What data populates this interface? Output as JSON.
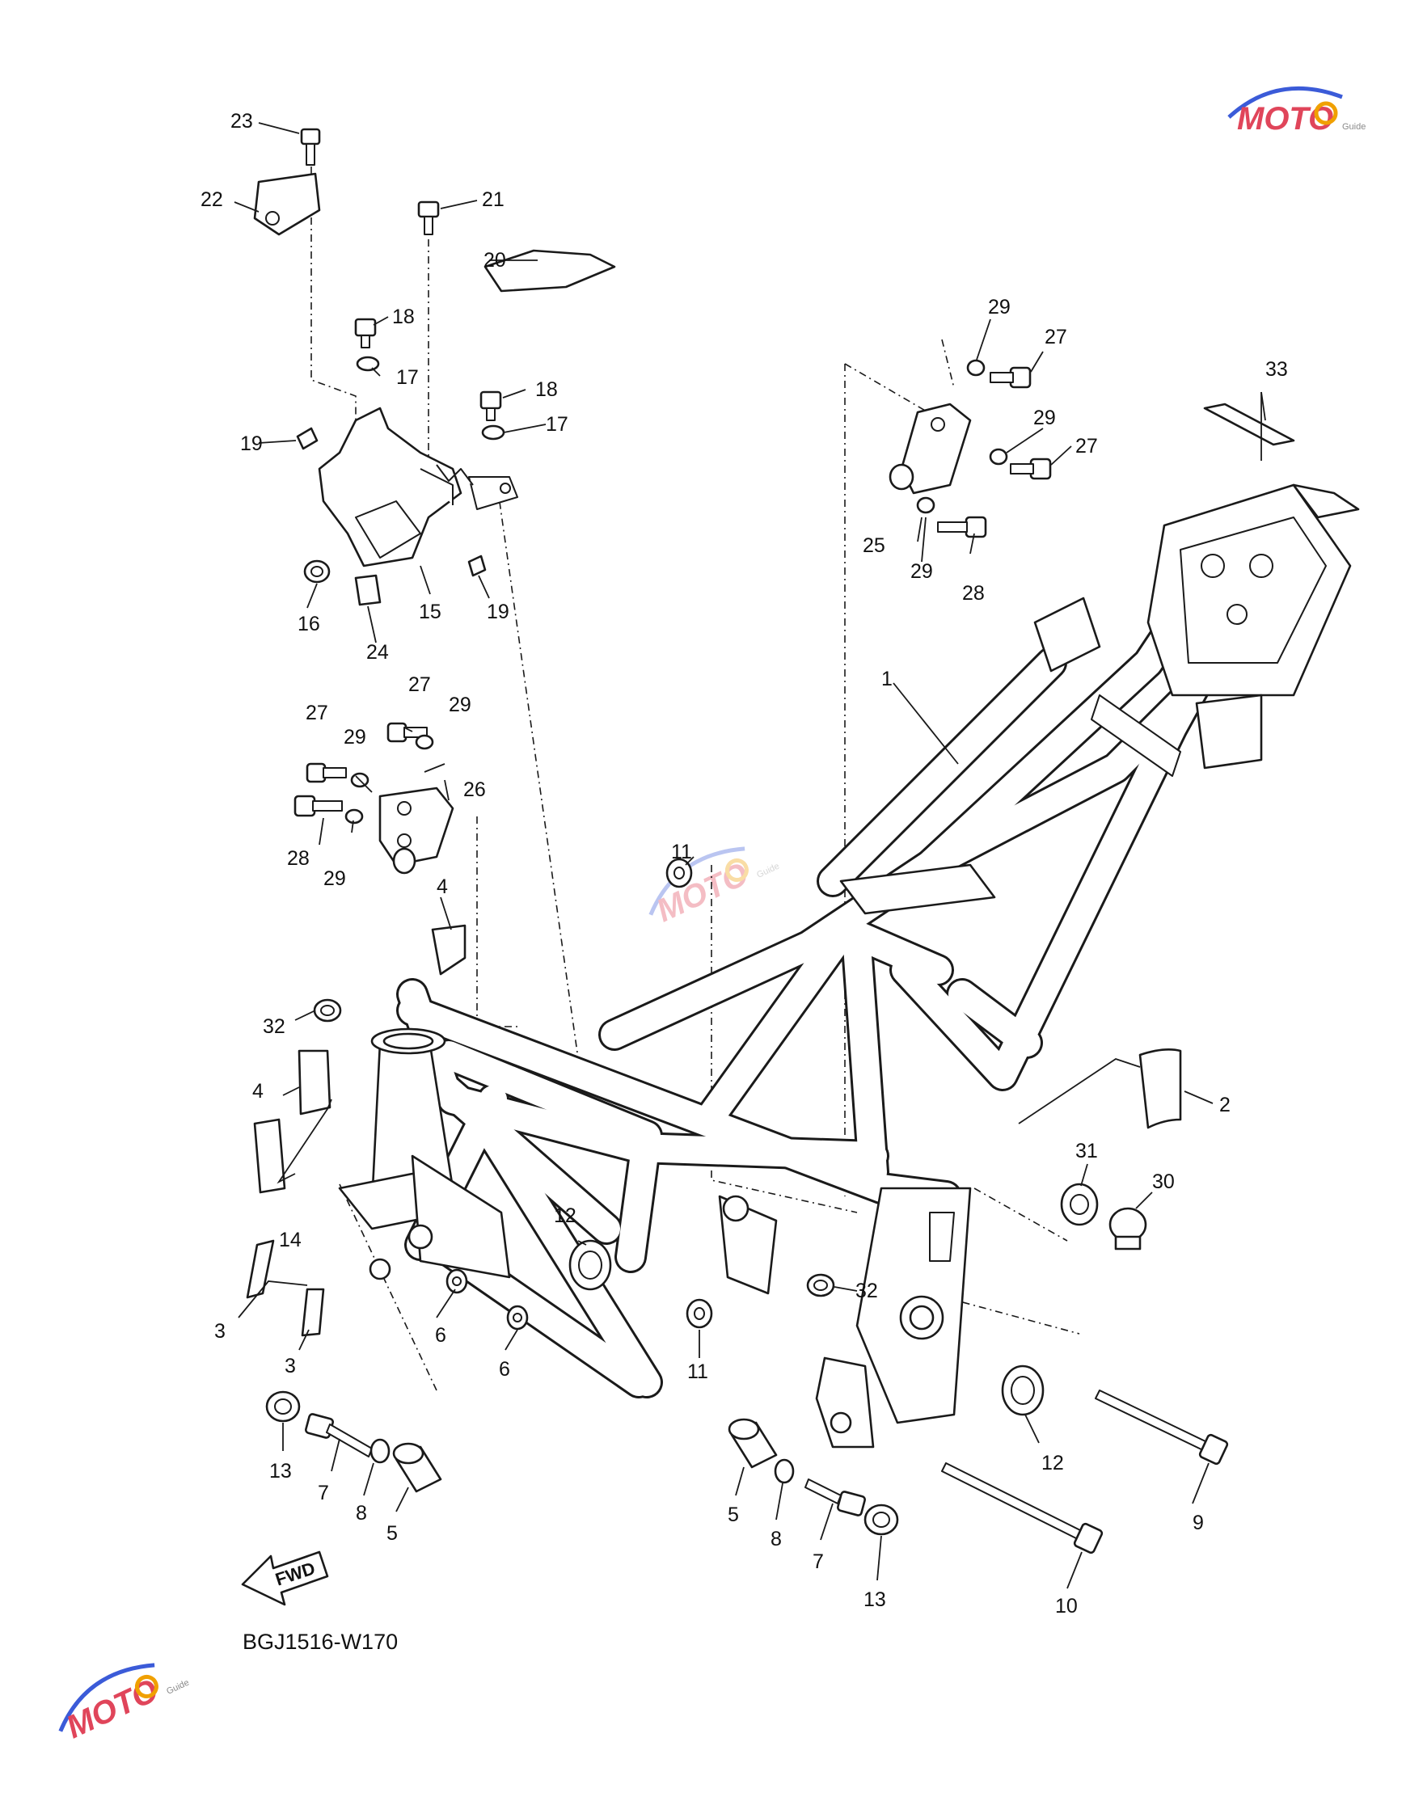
{
  "diagram": {
    "code": "BGJ1516-W170",
    "fwd_label": "FWD",
    "watermark": {
      "brand": "MOTO",
      "sub": "Guide",
      "accent": "#e0455a",
      "gear": "#f0a000",
      "swoosh": "#3b5bd8"
    },
    "callouts": [
      {
        "id": "c1",
        "label": "1"
      },
      {
        "id": "c2",
        "label": "2"
      },
      {
        "id": "c3a",
        "label": "3"
      },
      {
        "id": "c3b",
        "label": "3"
      },
      {
        "id": "c4a",
        "label": "4"
      },
      {
        "id": "c4b",
        "label": "4"
      },
      {
        "id": "c5a",
        "label": "5"
      },
      {
        "id": "c5b",
        "label": "5"
      },
      {
        "id": "c6a",
        "label": "6"
      },
      {
        "id": "c6b",
        "label": "6"
      },
      {
        "id": "c7a",
        "label": "7"
      },
      {
        "id": "c7b",
        "label": "7"
      },
      {
        "id": "c8a",
        "label": "8"
      },
      {
        "id": "c8b",
        "label": "8"
      },
      {
        "id": "c9",
        "label": "9"
      },
      {
        "id": "c10",
        "label": "10"
      },
      {
        "id": "c11a",
        "label": "11"
      },
      {
        "id": "c11b",
        "label": "11"
      },
      {
        "id": "c12a",
        "label": "12"
      },
      {
        "id": "c12b",
        "label": "12"
      },
      {
        "id": "c13a",
        "label": "13"
      },
      {
        "id": "c13b",
        "label": "13"
      },
      {
        "id": "c14",
        "label": "14"
      },
      {
        "id": "c15",
        "label": "15"
      },
      {
        "id": "c16",
        "label": "16"
      },
      {
        "id": "c17a",
        "label": "17"
      },
      {
        "id": "c17b",
        "label": "17"
      },
      {
        "id": "c18a",
        "label": "18"
      },
      {
        "id": "c18b",
        "label": "18"
      },
      {
        "id": "c19a",
        "label": "19"
      },
      {
        "id": "c19b",
        "label": "19"
      },
      {
        "id": "c20",
        "label": "20"
      },
      {
        "id": "c21",
        "label": "21"
      },
      {
        "id": "c22",
        "label": "22"
      },
      {
        "id": "c23",
        "label": "23"
      },
      {
        "id": "c24",
        "label": "24"
      },
      {
        "id": "c25",
        "label": "25"
      },
      {
        "id": "c26",
        "label": "26"
      },
      {
        "id": "c27a",
        "label": "27"
      },
      {
        "id": "c27b",
        "label": "27"
      },
      {
        "id": "c27c",
        "label": "27"
      },
      {
        "id": "c27d",
        "label": "27"
      },
      {
        "id": "c28a",
        "label": "28"
      },
      {
        "id": "c28b",
        "label": "28"
      },
      {
        "id": "c29a",
        "label": "29"
      },
      {
        "id": "c29b",
        "label": "29"
      },
      {
        "id": "c29c",
        "label": "29"
      },
      {
        "id": "c29d",
        "label": "29"
      },
      {
        "id": "c29e",
        "label": "29"
      },
      {
        "id": "c29f",
        "label": "29"
      },
      {
        "id": "c30",
        "label": "30"
      },
      {
        "id": "c31",
        "label": "31"
      },
      {
        "id": "c32a",
        "label": "32"
      },
      {
        "id": "c32b",
        "label": "32"
      },
      {
        "id": "c33",
        "label": "33"
      }
    ]
  }
}
